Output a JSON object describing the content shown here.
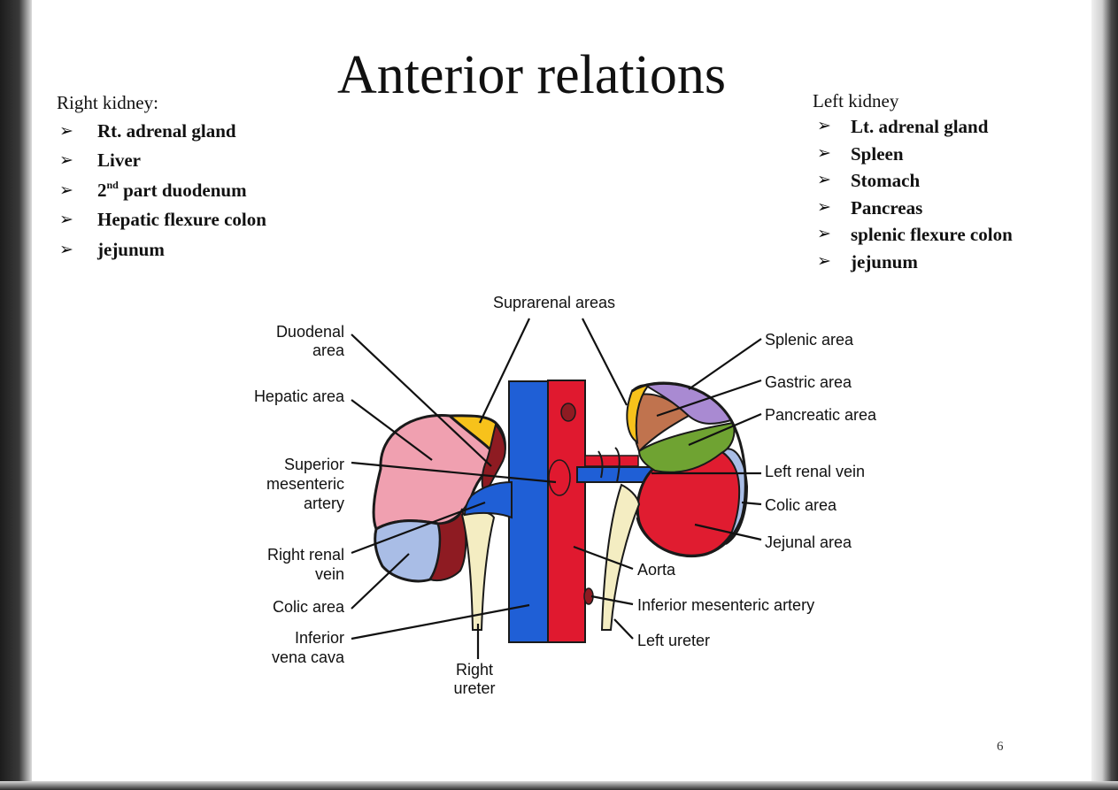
{
  "slide": {
    "title": "Anterior relations",
    "page_number": "6"
  },
  "right_kidney": {
    "heading": "Right kidney:",
    "items": [
      {
        "pre": "Rt. adrenal gland",
        "sup": "",
        "post": ""
      },
      {
        "pre": "Liver",
        "sup": "",
        "post": ""
      },
      {
        "pre": "2",
        "sup": "nd",
        "post": " part duodenum"
      },
      {
        "pre": "Hepatic flexure colon",
        "sup": "",
        "post": ""
      },
      {
        "pre": "jejunum",
        "sup": "",
        "post": ""
      }
    ]
  },
  "left_kidney": {
    "heading": "Left kidney",
    "items": [
      "Lt. adrenal gland",
      "Spleen",
      "Stomach",
      "Pancreas",
      "splenic flexure colon",
      "jejunum"
    ]
  },
  "bullet_symbol": "➢",
  "diagram": {
    "labels": {
      "suprarenal_areas": "Suprarenal areas",
      "duodenal_area": [
        "Duodenal",
        "area"
      ],
      "hepatic_area": "Hepatic area",
      "superior_mesenteric_artery": [
        "Superior",
        "mesenteric",
        "artery"
      ],
      "right_renal_vein": [
        "Right renal",
        "vein"
      ],
      "colic_area_right": "Colic area",
      "inferior_vena_cava": [
        "Inferior",
        "vena cava"
      ],
      "right_ureter": [
        "Right",
        "ureter"
      ],
      "splenic_area": "Splenic area",
      "gastric_area": "Gastric area",
      "pancreatic_area": "Pancreatic area",
      "left_renal_vein": "Left renal vein",
      "colic_area_left": "Colic area",
      "jejunal_area": "Jejunal area",
      "aorta": "Aorta",
      "inferior_mesenteric_artery": "Inferior mesenteric artery",
      "left_ureter": "Left ureter"
    },
    "colors": {
      "vein_blue": "#1f5fd6",
      "aorta_red": "#e0192f",
      "hepatic_pink": "#f0a0b0",
      "suprarenal_yellow": "#f7c21b",
      "colic_lightblue": "#a9bde6",
      "duodenal_maroon": "#8e1b22",
      "splenic_purple": "#a98ad2",
      "gastric_brown": "#c0734e",
      "pancreatic_green": "#6fa332",
      "jejunal_red": "#e01c30",
      "ureter_cream": "#f4edc2"
    }
  }
}
